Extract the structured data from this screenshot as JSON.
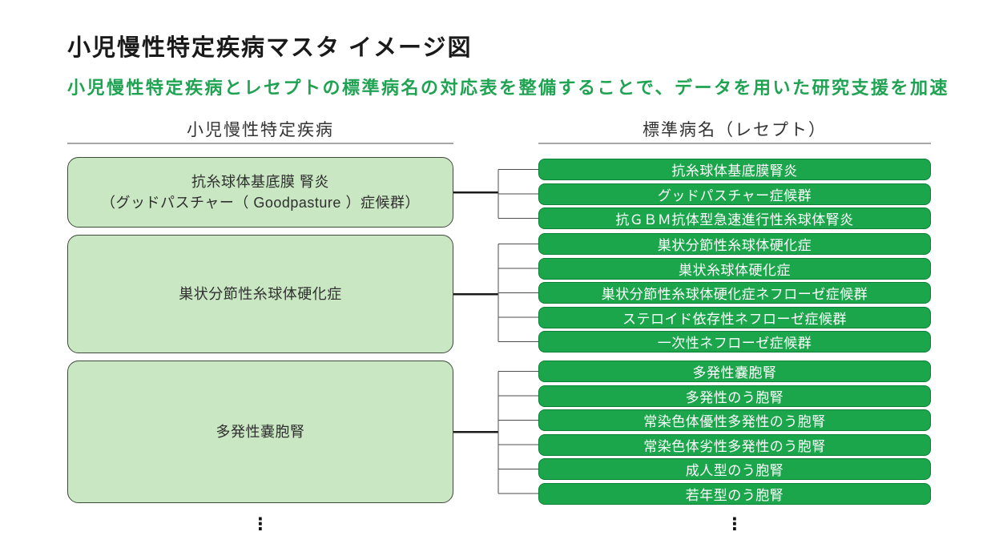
{
  "title": "小児慢性特定疾病マスタ イメージ図",
  "subtitle": "小児慢性特定疾病とレセプトの標準病名の対応表を整備することで、データを用いた研究支援を加速",
  "columns": {
    "source_header": "小児慢性特定疾病",
    "target_header": "標準病名（レセプト）"
  },
  "groups": [
    {
      "source": {
        "lines": [
          "抗糸球体基底膜 腎炎",
          "（グッドパスチャー（ Goodpasture ）症候群）"
        ]
      },
      "targets": [
        "抗糸球体基底膜腎炎",
        "グッドパスチャー症候群",
        "抗ＧＢＭ抗体型急速進行性糸球体腎炎"
      ]
    },
    {
      "source": {
        "lines": [
          "巣状分節性糸球体硬化症"
        ]
      },
      "targets": [
        "巣状分節性糸球体硬化症",
        "巣状糸球体硬化症",
        "巣状分節性糸球体硬化症ネフローゼ症候群",
        "ステロイド依存性ネフローゼ症候群",
        "一次性ネフローゼ症候群"
      ]
    },
    {
      "source": {
        "lines": [
          "多発性嚢胞腎"
        ]
      },
      "targets": [
        "多発性嚢胞腎",
        "多発性のう胞腎",
        "常染色体優性多発性のう胞腎",
        "常染色体劣性多発性のう胞腎",
        "成人型のう胞腎",
        "若年型のう胞腎"
      ]
    }
  ],
  "ellipsis": "⋮",
  "colors": {
    "title": "#1a1a1a",
    "accent_green": "#1fa352",
    "header_text": "#333333",
    "underline": "#a6a6a6",
    "source_fill": "#c9e7c2",
    "source_border": "#3f4a3c",
    "source_text": "#2f2f2f",
    "target_fill": "#1ba64b",
    "target_border": "#0c8037",
    "target_text": "#ffffff",
    "connector": "#4d4d4d",
    "stub": "#1a1a1a"
  }
}
